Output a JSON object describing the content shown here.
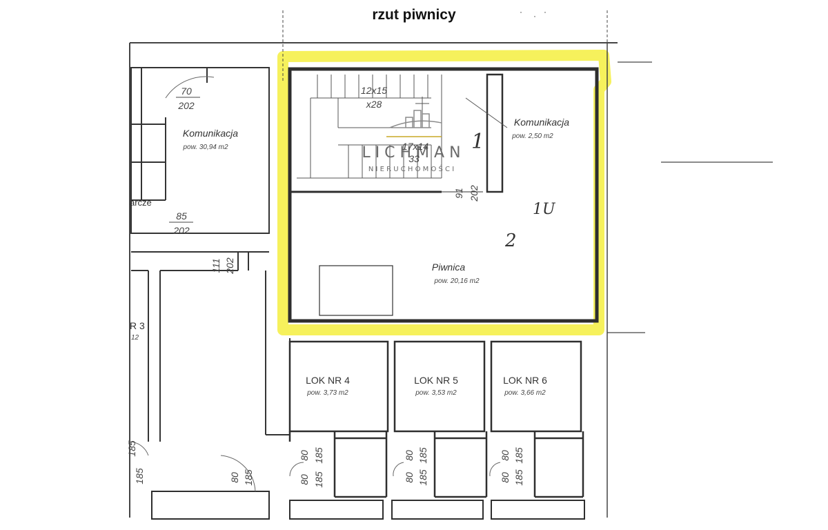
{
  "title": "rzut piwnicy",
  "watermark": {
    "brand": "L I C H M A N",
    "sub": "N I E R U C H O M O Ś C I"
  },
  "rooms": {
    "komunikacja_left": {
      "name": "Komunikacja",
      "area": "pow. 30,94 m2"
    },
    "komunikacja_small": {
      "name": "Komunikacja",
      "area": "pow. 2,50 m2"
    },
    "piwnica": {
      "name": "Piwnica",
      "area": "pow. 20,16 m2"
    },
    "lok4": {
      "name": "LOK NR 4",
      "area": "pow. 3,73 m2"
    },
    "lok5": {
      "name": "LOK NR 5",
      "area": "pow. 3,53 m2"
    },
    "lok6": {
      "name": "LOK NR 6",
      "area": "pow. 3,66 m2"
    },
    "lok3_partial": {
      "name": "R 3",
      "area": "12"
    },
    "arcze_partial": "arcze"
  },
  "handwritten": {
    "num1": "1",
    "num2": "2",
    "tag": "1U"
  },
  "dimensions": {
    "door_70": "70",
    "door_70_h": "202",
    "door_85": "85",
    "door_85_h": "202",
    "door_111": "111",
    "door_111_h": "202",
    "door_91": "91",
    "door_91_h": "202",
    "stairs_1": "12x15",
    "stairs_1b": "x28",
    "stairs_2": "17x14",
    "stairs_2b": "33",
    "d80": "80",
    "d185": "185"
  },
  "colors": {
    "highlight": "#f5f04a",
    "wall": "#3a3a3a",
    "line": "#555555"
  }
}
